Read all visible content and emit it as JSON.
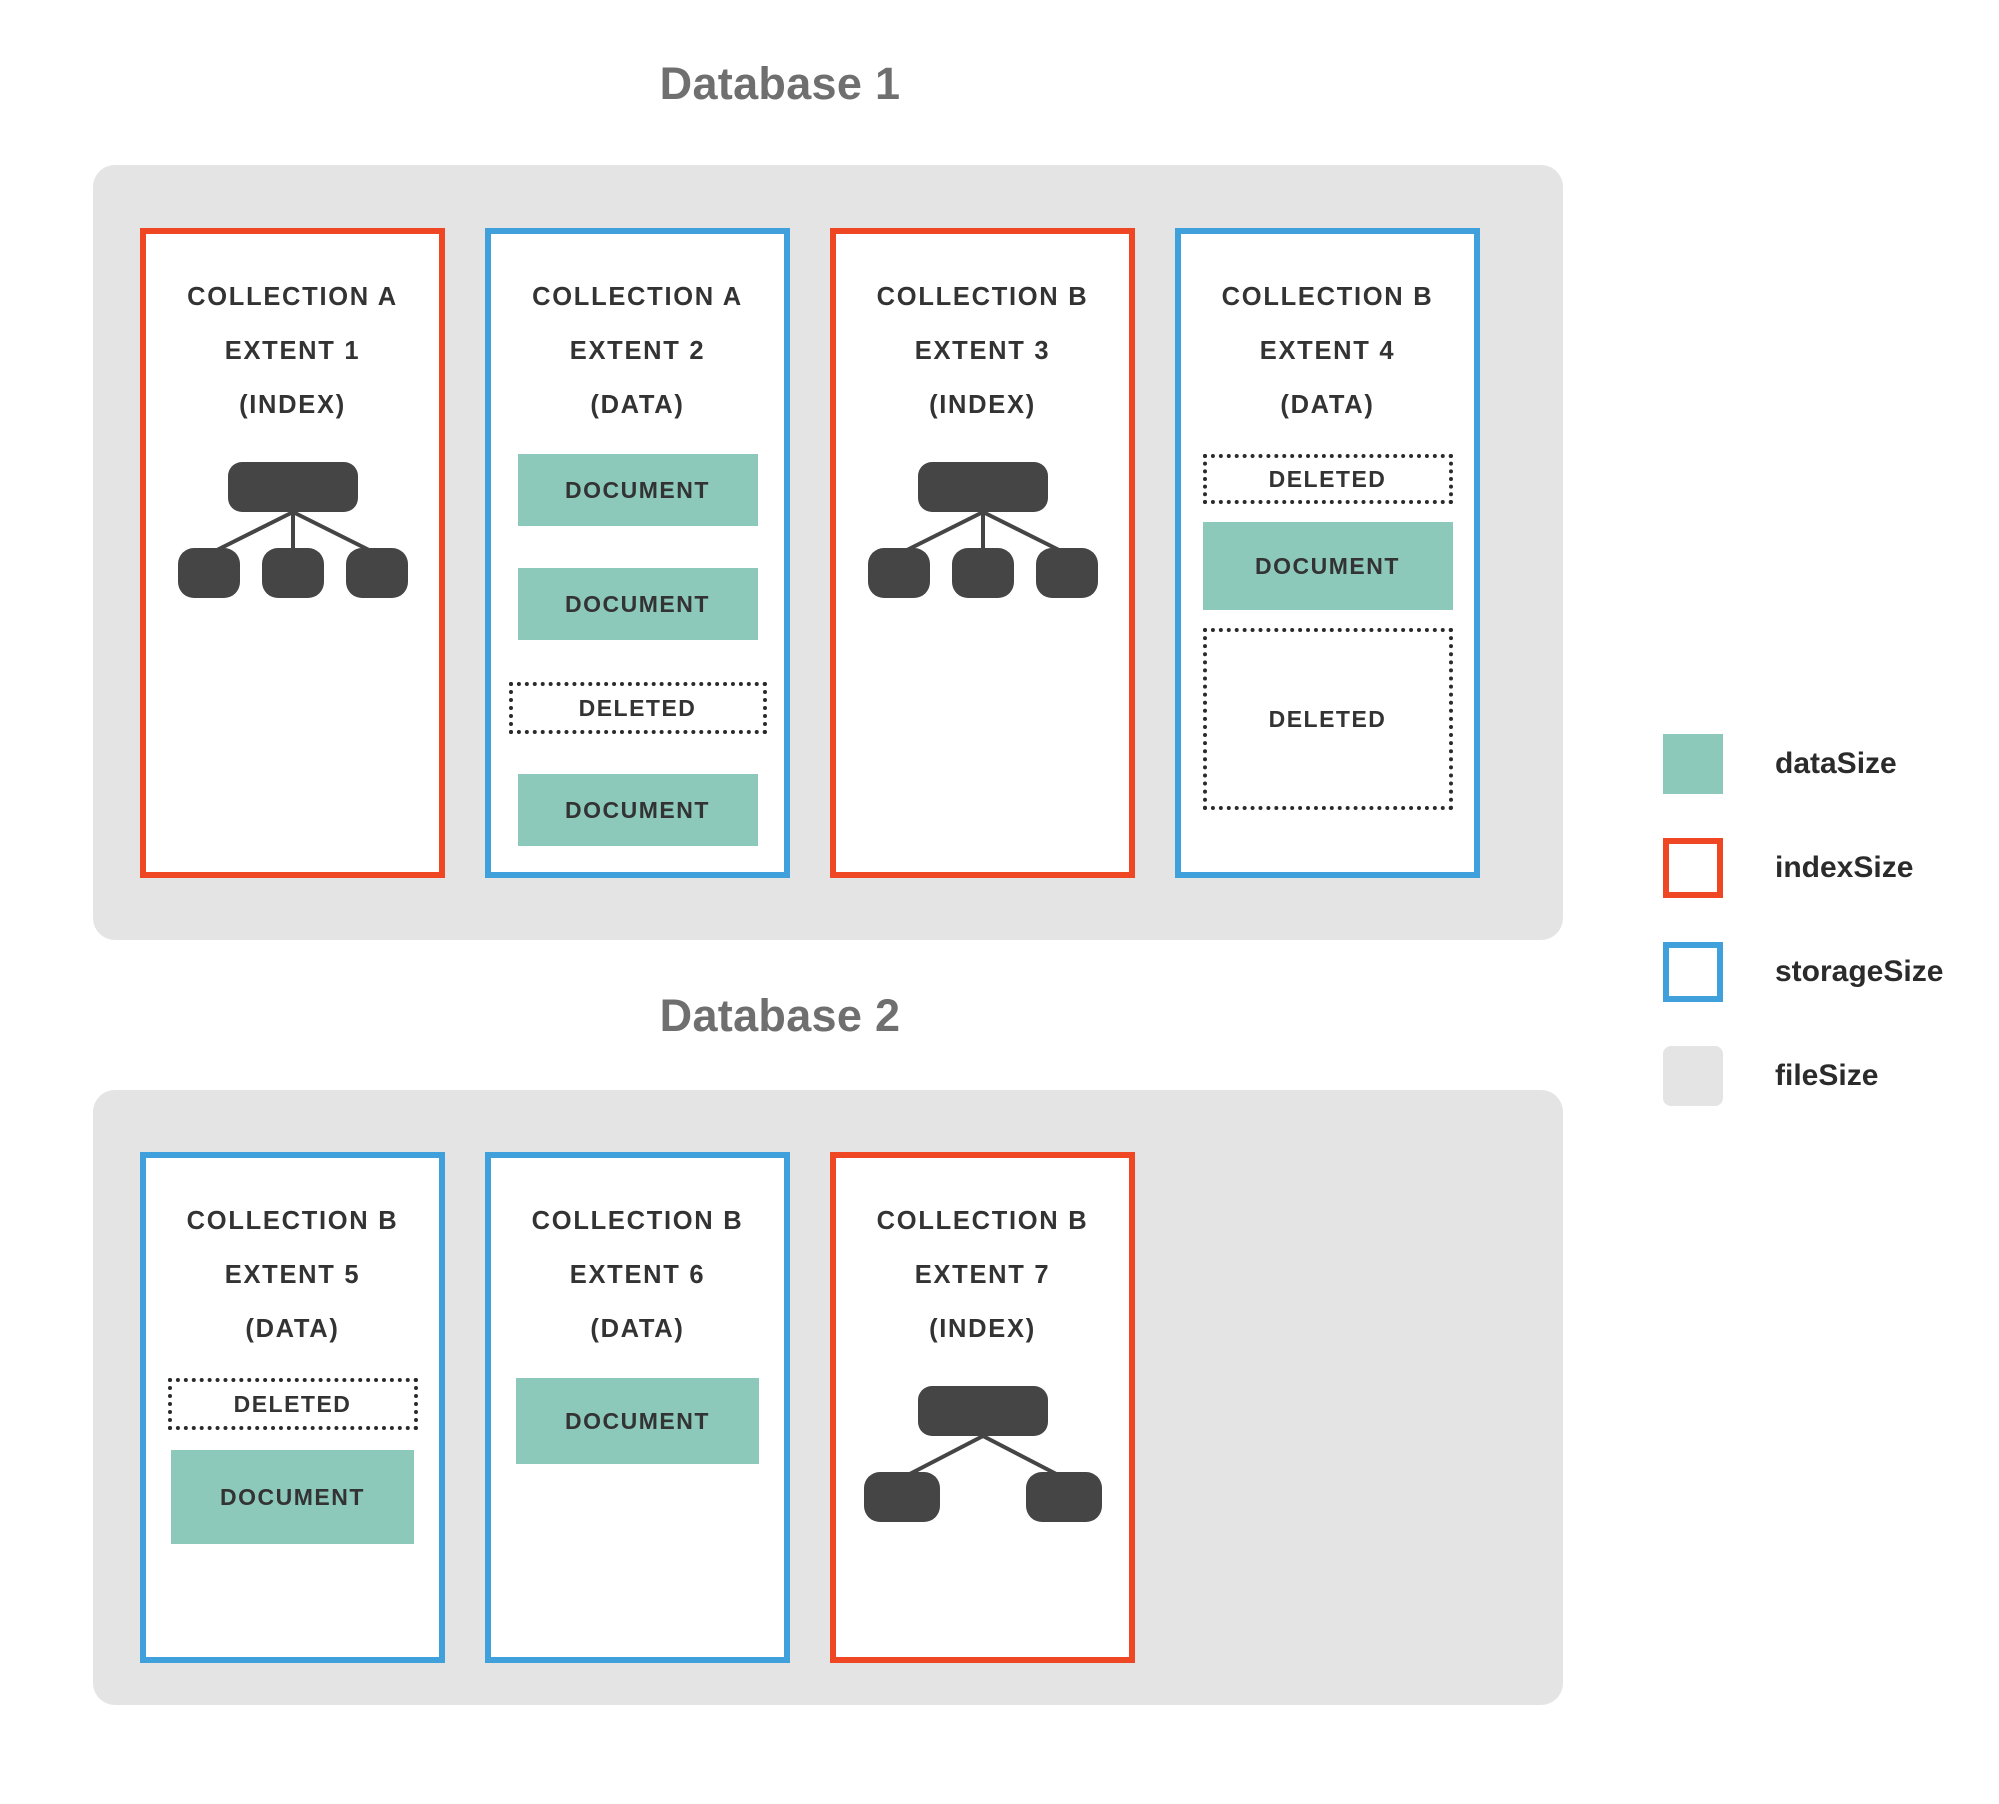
{
  "databases": [
    {
      "title": "Database 1",
      "extents": [
        {
          "collection": "COLLECTION A",
          "extent": "EXTENT 1",
          "kind": "(INDEX)",
          "border": "indexSize",
          "content": "index-tree",
          "tree_children": 3
        },
        {
          "collection": "COLLECTION A",
          "extent": "EXTENT 2",
          "kind": "(DATA)",
          "border": "storageSize",
          "content": "blocks",
          "blocks": [
            {
              "label": "DOCUMENT",
              "type": "document"
            },
            {
              "label": "DOCUMENT",
              "type": "document"
            },
            {
              "label": "DELETED",
              "type": "deleted"
            },
            {
              "label": "DOCUMENT",
              "type": "document"
            }
          ]
        },
        {
          "collection": "COLLECTION B",
          "extent": "EXTENT 3",
          "kind": "(INDEX)",
          "border": "indexSize",
          "content": "index-tree",
          "tree_children": 3
        },
        {
          "collection": "COLLECTION B",
          "extent": "EXTENT 4",
          "kind": "(DATA)",
          "border": "storageSize",
          "content": "blocks",
          "blocks": [
            {
              "label": "DELETED",
              "type": "deleted"
            },
            {
              "label": "DOCUMENT",
              "type": "document"
            },
            {
              "label": "DELETED",
              "type": "deleted"
            }
          ]
        }
      ]
    },
    {
      "title": "Database 2",
      "extents": [
        {
          "collection": "COLLECTION B",
          "extent": "EXTENT 5",
          "kind": "(DATA)",
          "border": "storageSize",
          "content": "blocks",
          "blocks": [
            {
              "label": "DELETED",
              "type": "deleted"
            },
            {
              "label": "DOCUMENT",
              "type": "document"
            }
          ]
        },
        {
          "collection": "COLLECTION B",
          "extent": "EXTENT 6",
          "kind": "(DATA)",
          "border": "storageSize",
          "content": "blocks",
          "blocks": [
            {
              "label": "DOCUMENT",
              "type": "document"
            }
          ]
        },
        {
          "collection": "COLLECTION B",
          "extent": "EXTENT 7",
          "kind": "(INDEX)",
          "border": "indexSize",
          "content": "index-tree",
          "tree_children": 2
        }
      ]
    }
  ],
  "legend": {
    "items": [
      {
        "label": "dataSize",
        "swatch": "fill-data",
        "color": "#8cc9bb"
      },
      {
        "label": "indexSize",
        "swatch": "out-index",
        "color": "#ef4723"
      },
      {
        "label": "storageSize",
        "swatch": "out-store",
        "color": "#3fa0dc"
      },
      {
        "label": "fileSize",
        "swatch": "fill-file",
        "color": "#e4e4e4"
      }
    ]
  }
}
